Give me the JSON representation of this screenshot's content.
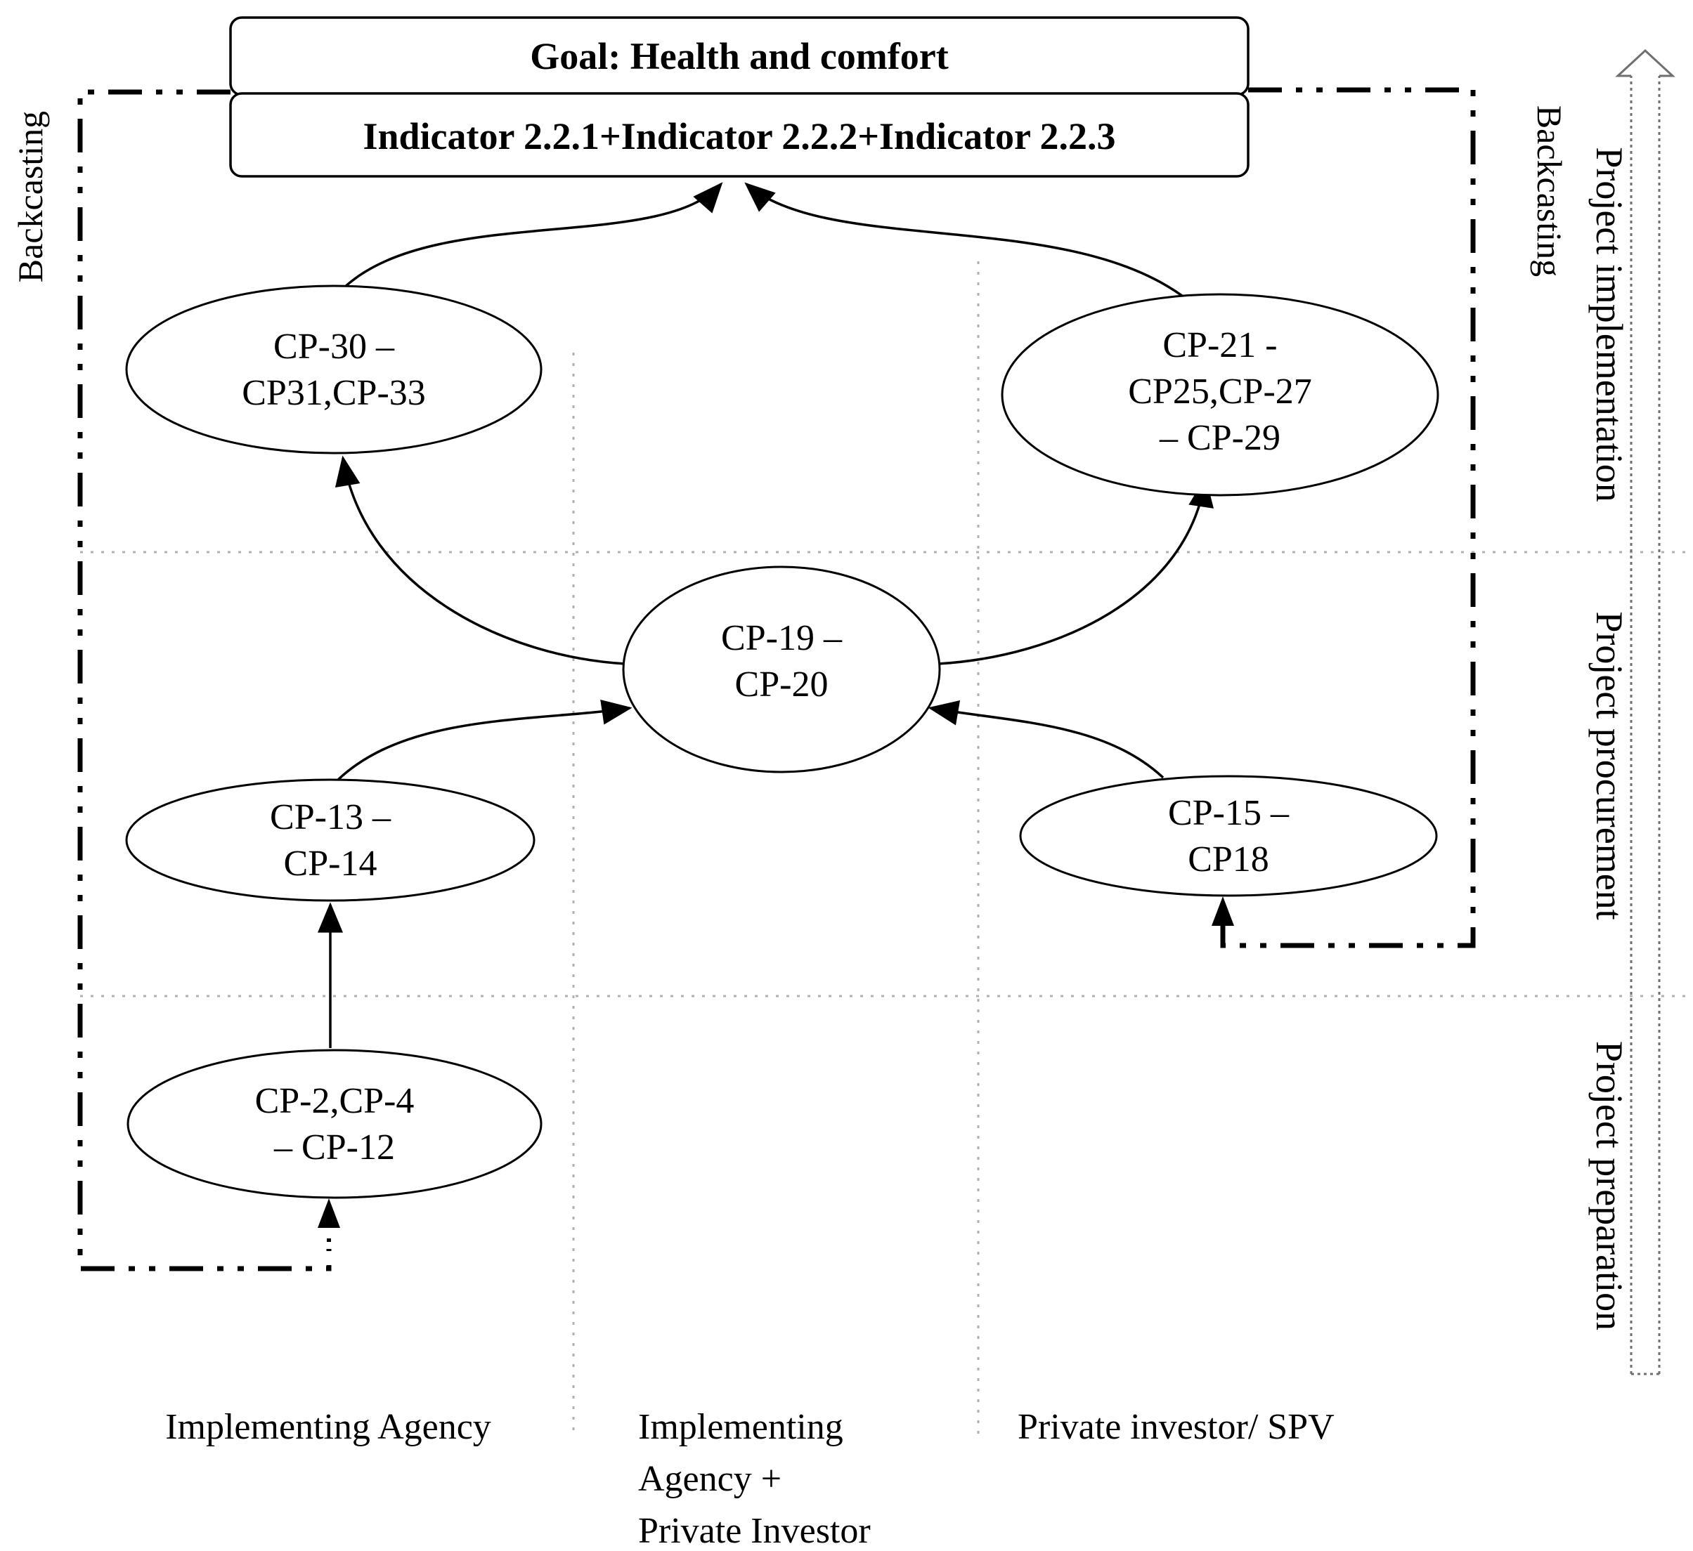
{
  "goal": {
    "line1": "Goal: Health and comfort",
    "line2": "Indicator 2.2.1+Indicator 2.2.2+Indicator 2.2.3"
  },
  "side_labels": {
    "backcasting_left": "Backcasting",
    "backcasting_right": "Backcasting"
  },
  "phases": {
    "implementation": "Project implementation",
    "procurement": "Project procurement",
    "preparation": "Project preparation"
  },
  "nodes": {
    "cp30": {
      "line1": "CP-30 –",
      "line2": "CP31,CP-33"
    },
    "cp21": {
      "line1": "CP-21 -",
      "line2": "CP25,CP-27",
      "line3": "– CP-29"
    },
    "cp19": {
      "line1": "CP-19 –",
      "line2": "CP-20"
    },
    "cp13": {
      "line1": "CP-13 –",
      "line2": "CP-14"
    },
    "cp15": {
      "line1": "CP-15 –",
      "line2": "CP18"
    },
    "cp2": {
      "line1": "CP-2,CP-4",
      "line2": "– CP-12"
    }
  },
  "actors": {
    "col1": "Implementing Agency",
    "col2_line1": "Implementing",
    "col2_line2": "Agency +",
    "col2_line3": "Private Investor",
    "col3": "Private investor/ SPV"
  },
  "colors": {
    "ink": "#000000",
    "background": "#ffffff",
    "grid_line": "#b0b0b0",
    "flow_arrow_outline": "#6f6f6f"
  }
}
